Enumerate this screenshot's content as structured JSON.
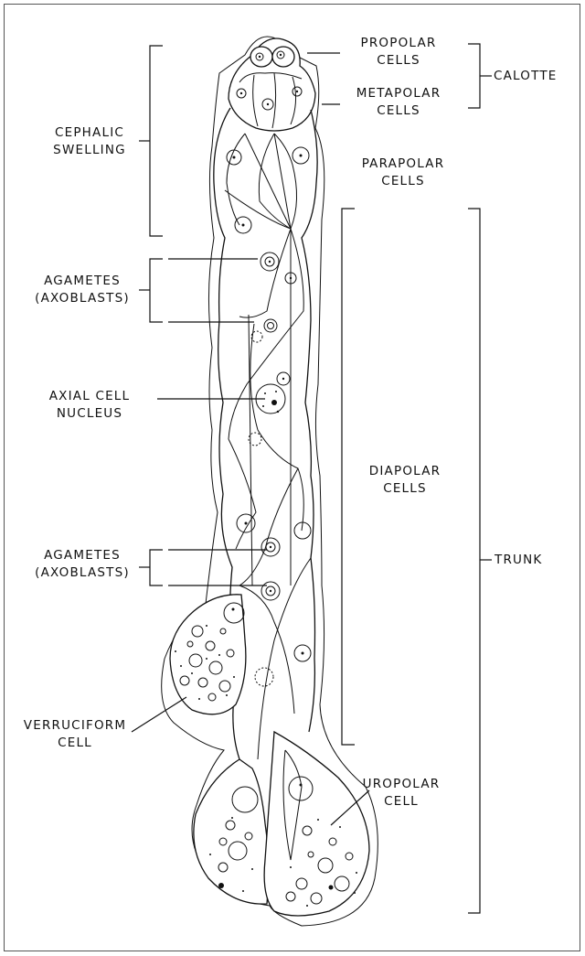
{
  "labels": {
    "propolar": [
      "PROPOLAR",
      "CELLS"
    ],
    "metapolar": [
      "METAPOLAR",
      "CELLS"
    ],
    "calotte": "CALOTTE",
    "cephalic": [
      "CEPHALIC",
      "SWELLING"
    ],
    "parapolar": [
      "PARAPOLAR",
      "CELLS"
    ],
    "agametes_top": [
      "AGAMETES",
      "(AXOBLASTS)"
    ],
    "axial": [
      "AXIAL CELL",
      "NUCLEUS"
    ],
    "diapolar": [
      "DIAPOLAR",
      "CELLS"
    ],
    "trunk": "TRUNK",
    "agametes_bottom": [
      "AGAMETES",
      "(AXOBLASTS)"
    ],
    "verruciform": [
      "VERRUCIFORM",
      "CELL"
    ],
    "uropolar": [
      "UROPOLAR",
      "CELL"
    ]
  }
}
